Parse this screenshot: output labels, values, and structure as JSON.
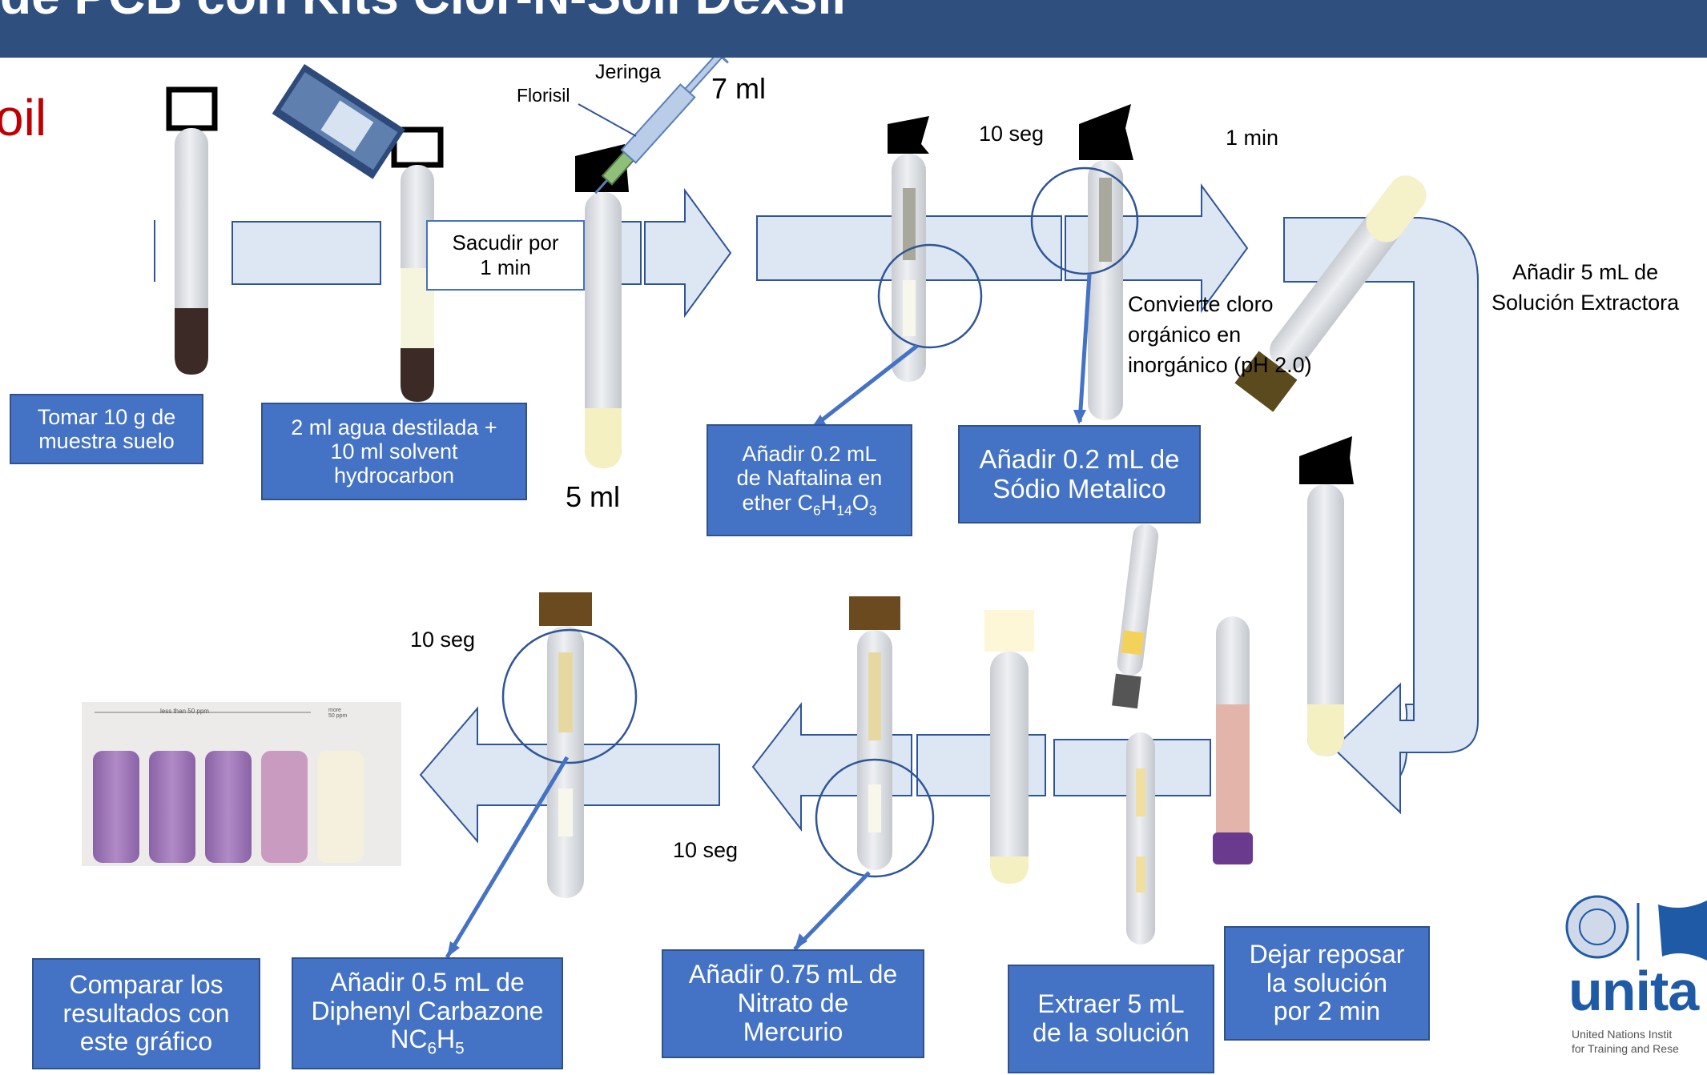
{
  "title": "de PCB con Kits Clor-N-Soil Dexsil",
  "subtitle": "oil",
  "labels": {
    "florisil": "Florisil",
    "jeringa": "Jeringa",
    "seven_ml": "7 ml",
    "five_ml": "5 ml",
    "ten_seg_a": "10 seg",
    "one_min": "1 min",
    "converts": "Convierte cloro\norgánico en\ninorgánico (pH 2.0)",
    "add_extract": "Añadir 5 mL de\nSolución Extractora",
    "ten_seg_b": "10 seg",
    "ten_seg_c": "10 seg"
  },
  "shake_box": "Sacudir por\n1 min",
  "steps": {
    "sample": "Tomar 10 g de\nmuestra suelo",
    "water": "2 ml agua destilada +\n10 ml solvent\nhydrocarbon",
    "naphthalene_line1": "Añadir 0.2 mL",
    "naphthalene_line2": "de Naftalina en",
    "naphthalene_ether": "ether C",
    "sodium": "Añadir 0.2 mL de\nSódio Metalico",
    "settle": "Dejar reposar\nla  solución\npor 2 min",
    "extract": "Extraer 5 mL\nde la  solución",
    "mercury": "Añadir 0.75 mL de\nNitrato de\nMercurio",
    "carbazone_line1": "Añadir 0.5 mL de",
    "carbazone_line2": "Diphenyl  Carbazone",
    "carbazone_formula": "NC",
    "compare": "Comparar los\nresultados con\neste gráfico"
  },
  "formulas": {
    "naphthalene_subs": [
      "6",
      "14",
      "3"
    ],
    "naphthalene_elems": [
      "H",
      "O"
    ],
    "carbazone_elem": "H",
    "carbazone_subs": [
      "6",
      "5"
    ]
  },
  "chart_image": {
    "header": "less than 50 ppm",
    "header_right": "more\n50 ppm"
  },
  "logo": {
    "text": "unita",
    "line1": "United Nations Instit",
    "line2": "for Training and Rese"
  },
  "colors": {
    "title_bg": "#2f4f7f",
    "box_fill": "#4472c4",
    "box_border": "#2f528f",
    "arrow_fill": "#dde7f4",
    "arrow_stroke": "#2f5597",
    "subtitle": "#c00000",
    "logo_blue": "#1f5aa6"
  }
}
